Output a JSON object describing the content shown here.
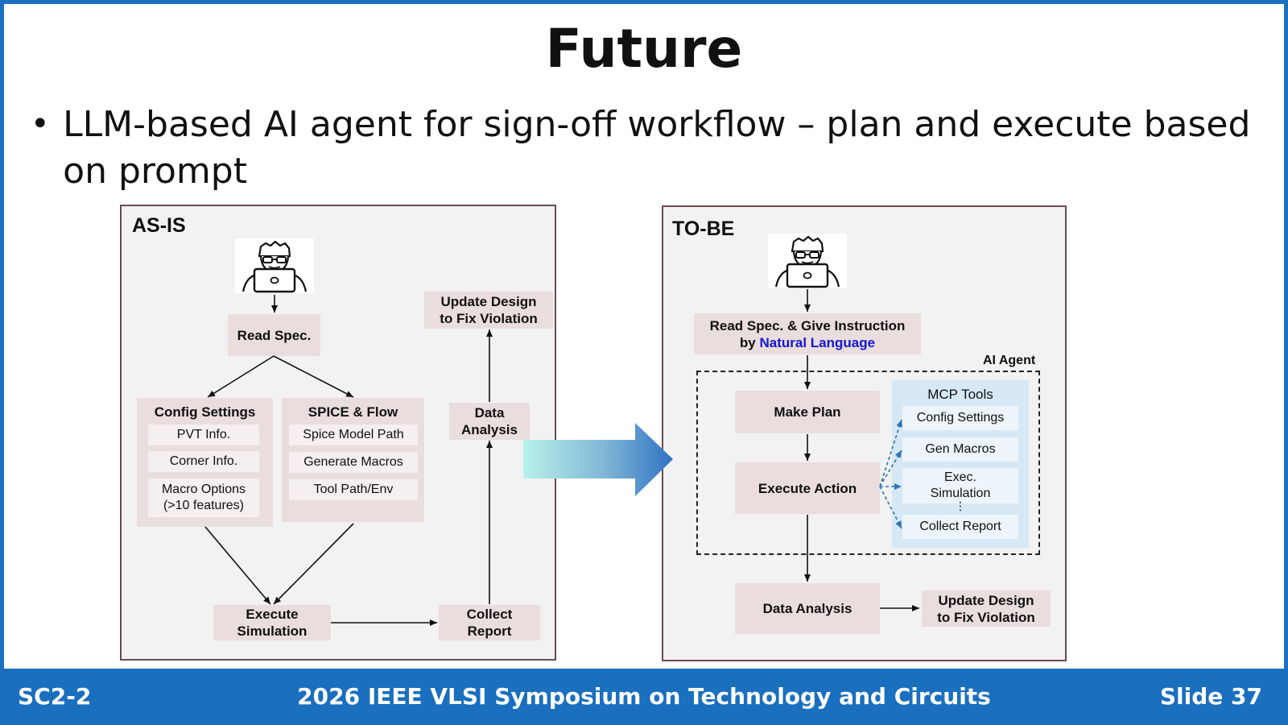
{
  "title": "Future",
  "bullet": "LLM-based AI agent for sign-off workflow – plan and execute based on prompt",
  "as_is": {
    "title": "AS-IS",
    "read_spec": "Read Spec.",
    "update_design": "Update Design\nto Fix Violation",
    "data_analysis": "Data\nAnalysis",
    "config": {
      "title": "Config Settings",
      "items": [
        "PVT Info.",
        "Corner Info.",
        "Macro Options\n(>10 features)"
      ]
    },
    "spice": {
      "title": "SPICE & Flow",
      "items": [
        "Spice Model Path",
        "Generate Macros",
        "Tool Path/Env"
      ]
    },
    "execute_sim": "Execute\nSimulation",
    "collect_report": "Collect\nReport"
  },
  "to_be": {
    "title": "TO-BE",
    "instruction_line1": "Read Spec. & Give Instruction",
    "instruction_by": "by ",
    "instruction_nl": "Natural Language",
    "agent_label": "AI Agent",
    "make_plan": "Make Plan",
    "execute_action": "Execute Action",
    "tools_title": "MCP Tools",
    "tools": [
      "Config Settings",
      "Gen Macros",
      "Exec.\nSimulation",
      "Collect Report"
    ],
    "ellipsis": "⋮",
    "data_analysis": "Data Analysis",
    "update_design": "Update Design\nto Fix Violation"
  },
  "footer": {
    "left": "SC2-2",
    "center": "2026 IEEE VLSI Symposium on Technology and Circuits",
    "right": "Slide 37"
  },
  "colors": {
    "frame_blue": "#1a6fbf",
    "box": "#e9dddd",
    "tools_panel": "#d6e8f5",
    "natural_language": "#1515d6",
    "arrow_dashed": "#2a74b4"
  }
}
